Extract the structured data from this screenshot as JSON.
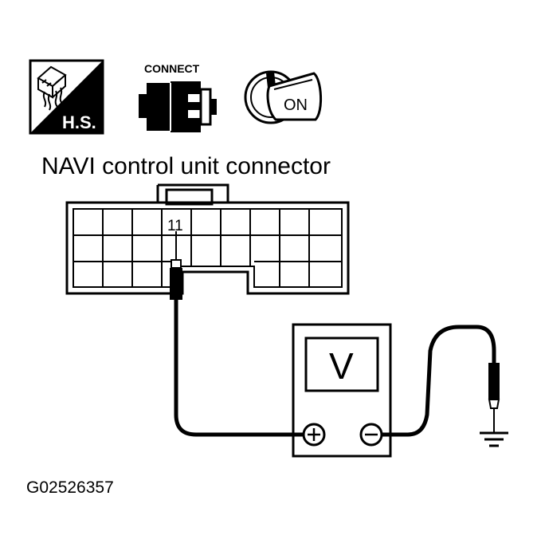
{
  "icons": {
    "harness_side_label": "H.S.",
    "connect_label": "CONNECT",
    "ignition_label": "ON"
  },
  "diagram": {
    "title": "NAVI control unit connector",
    "pin_label": "11",
    "meter_label": "V",
    "figure_code": "G02526357"
  }
}
